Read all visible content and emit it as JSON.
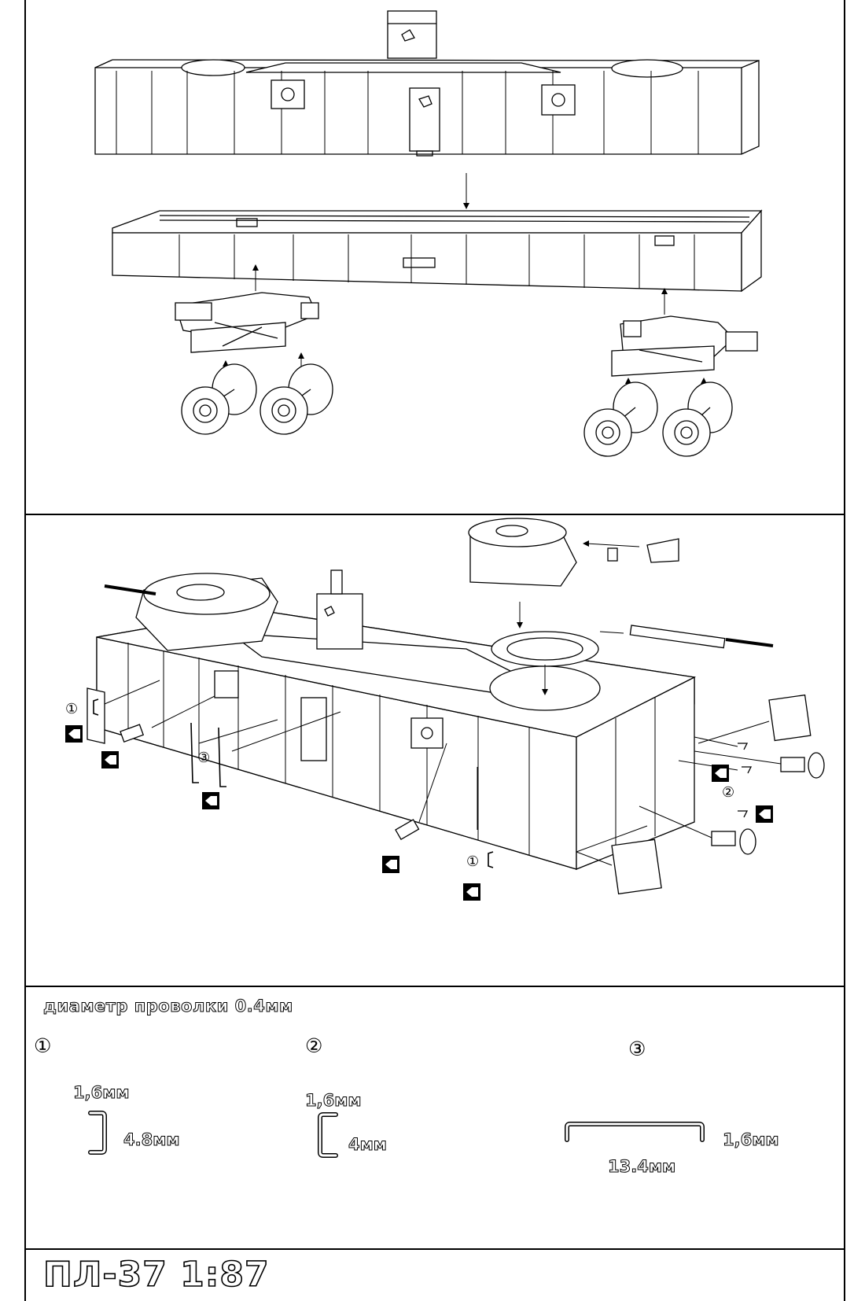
{
  "legend": {
    "wire_diameter_note": "диаметр проволки 0.4мм"
  },
  "parts": [
    {
      "number": "①",
      "dim_top": "1,6мм",
      "dim_side": "4.8мм"
    },
    {
      "number": "②",
      "dim_top": "1,6мм",
      "dim_side": "4мм"
    },
    {
      "number": "③",
      "dim_bottom": "13.4мм",
      "dim_side": "1,6мм"
    }
  ],
  "callouts": {
    "part1": "①",
    "part2": "②",
    "part3": "③"
  },
  "footer": {
    "title": "ПЛ-37 1:87"
  },
  "icons": {
    "wire_marker": "pin-insert-icon"
  }
}
